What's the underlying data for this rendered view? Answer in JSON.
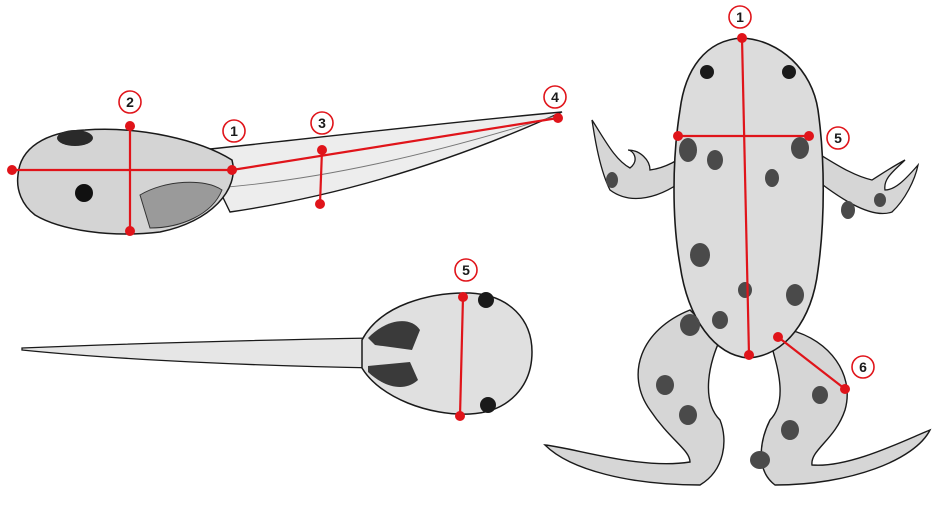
{
  "colors": {
    "measure": "#e0141a",
    "ink": "#1a1a1a",
    "body_fill": "#d8d8d8",
    "body_light": "#ececec",
    "spot": "#444444",
    "background": "#ffffff"
  },
  "figures": {
    "tadpole_side": {
      "markers": [
        {
          "id": "tadpole-side-marker-2",
          "text": "2"
        },
        {
          "id": "tadpole-side-marker-1",
          "text": "1"
        },
        {
          "id": "tadpole-side-marker-3",
          "text": "3"
        },
        {
          "id": "tadpole-side-marker-4",
          "text": "4"
        }
      ]
    },
    "tadpole_top": {
      "markers": [
        {
          "id": "tadpole-top-marker-5",
          "text": "5"
        }
      ]
    },
    "frog_ventral": {
      "markers": [
        {
          "id": "frog-marker-1",
          "text": "1"
        },
        {
          "id": "frog-marker-5",
          "text": "5"
        },
        {
          "id": "frog-marker-6",
          "text": "6"
        }
      ]
    }
  }
}
